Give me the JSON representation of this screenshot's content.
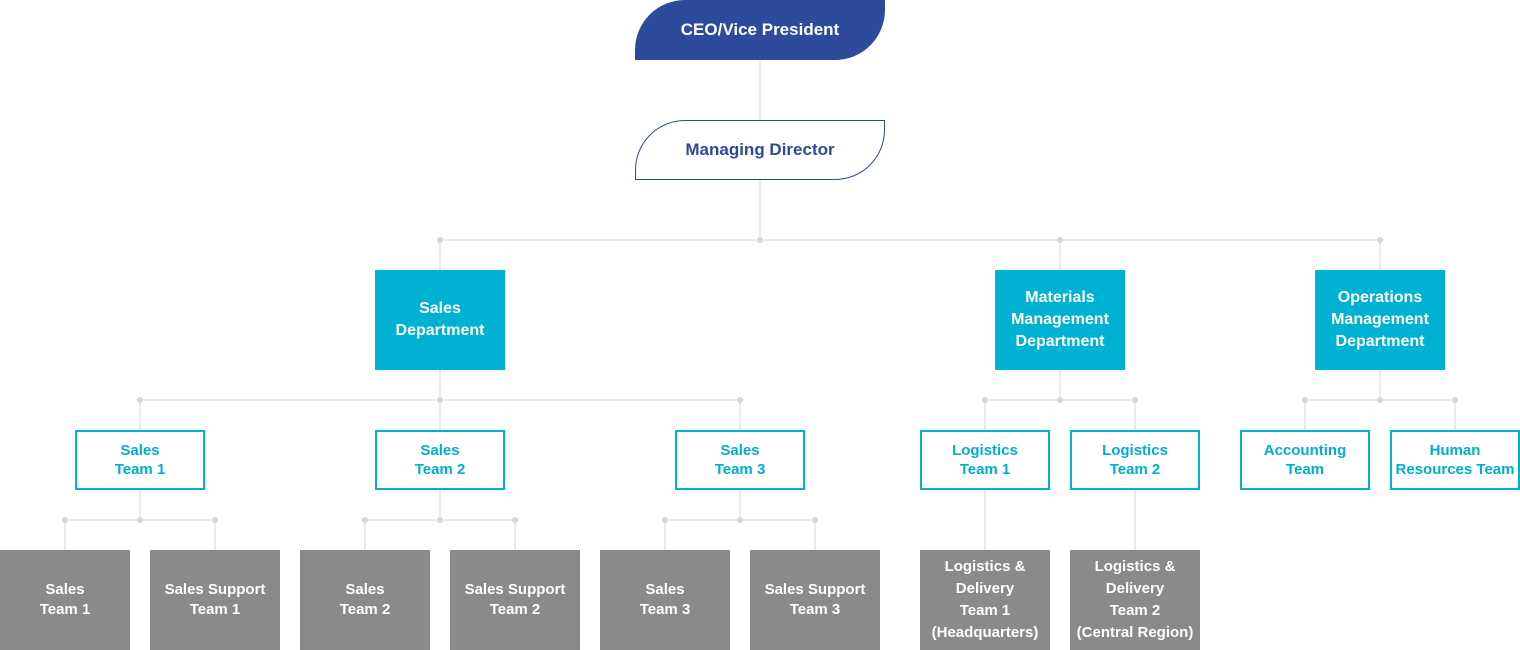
{
  "colors": {
    "navy": "#2e4a9a",
    "cyan": "#00b2d1",
    "gray": "#8a8a8a",
    "line": "#d5d5d5"
  },
  "top": {
    "ceo": "CEO/Vice President",
    "managing_director": "Managing Director"
  },
  "departments": {
    "sales": "Sales\nDepartment",
    "materials": "Materials\nManagement\nDepartment",
    "operations": "Operations\nManagement\nDepartment"
  },
  "teams": {
    "sales_team_1": "Sales\nTeam 1",
    "sales_team_2": "Sales\nTeam 2",
    "sales_team_3": "Sales\nTeam 3",
    "logistics_team_1": "Logistics\nTeam 1",
    "logistics_team_2": "Logistics\nTeam 2",
    "accounting_team": "Accounting\nTeam",
    "hr_team": "Human\nResources Team"
  },
  "units": {
    "sales_team_1": "Sales\nTeam 1",
    "sales_support_1": "Sales Support\nTeam 1",
    "sales_team_2": "Sales\nTeam 2",
    "sales_support_2": "Sales Support\nTeam 2",
    "sales_team_3": "Sales\nTeam 3",
    "sales_support_3": "Sales Support\nTeam 3",
    "logistics_delivery_1": "Logistics &\nDelivery\nTeam 1\n(Headquarters)",
    "logistics_delivery_2": "Logistics &\nDelivery\nTeam 2\n(Central Region)"
  }
}
